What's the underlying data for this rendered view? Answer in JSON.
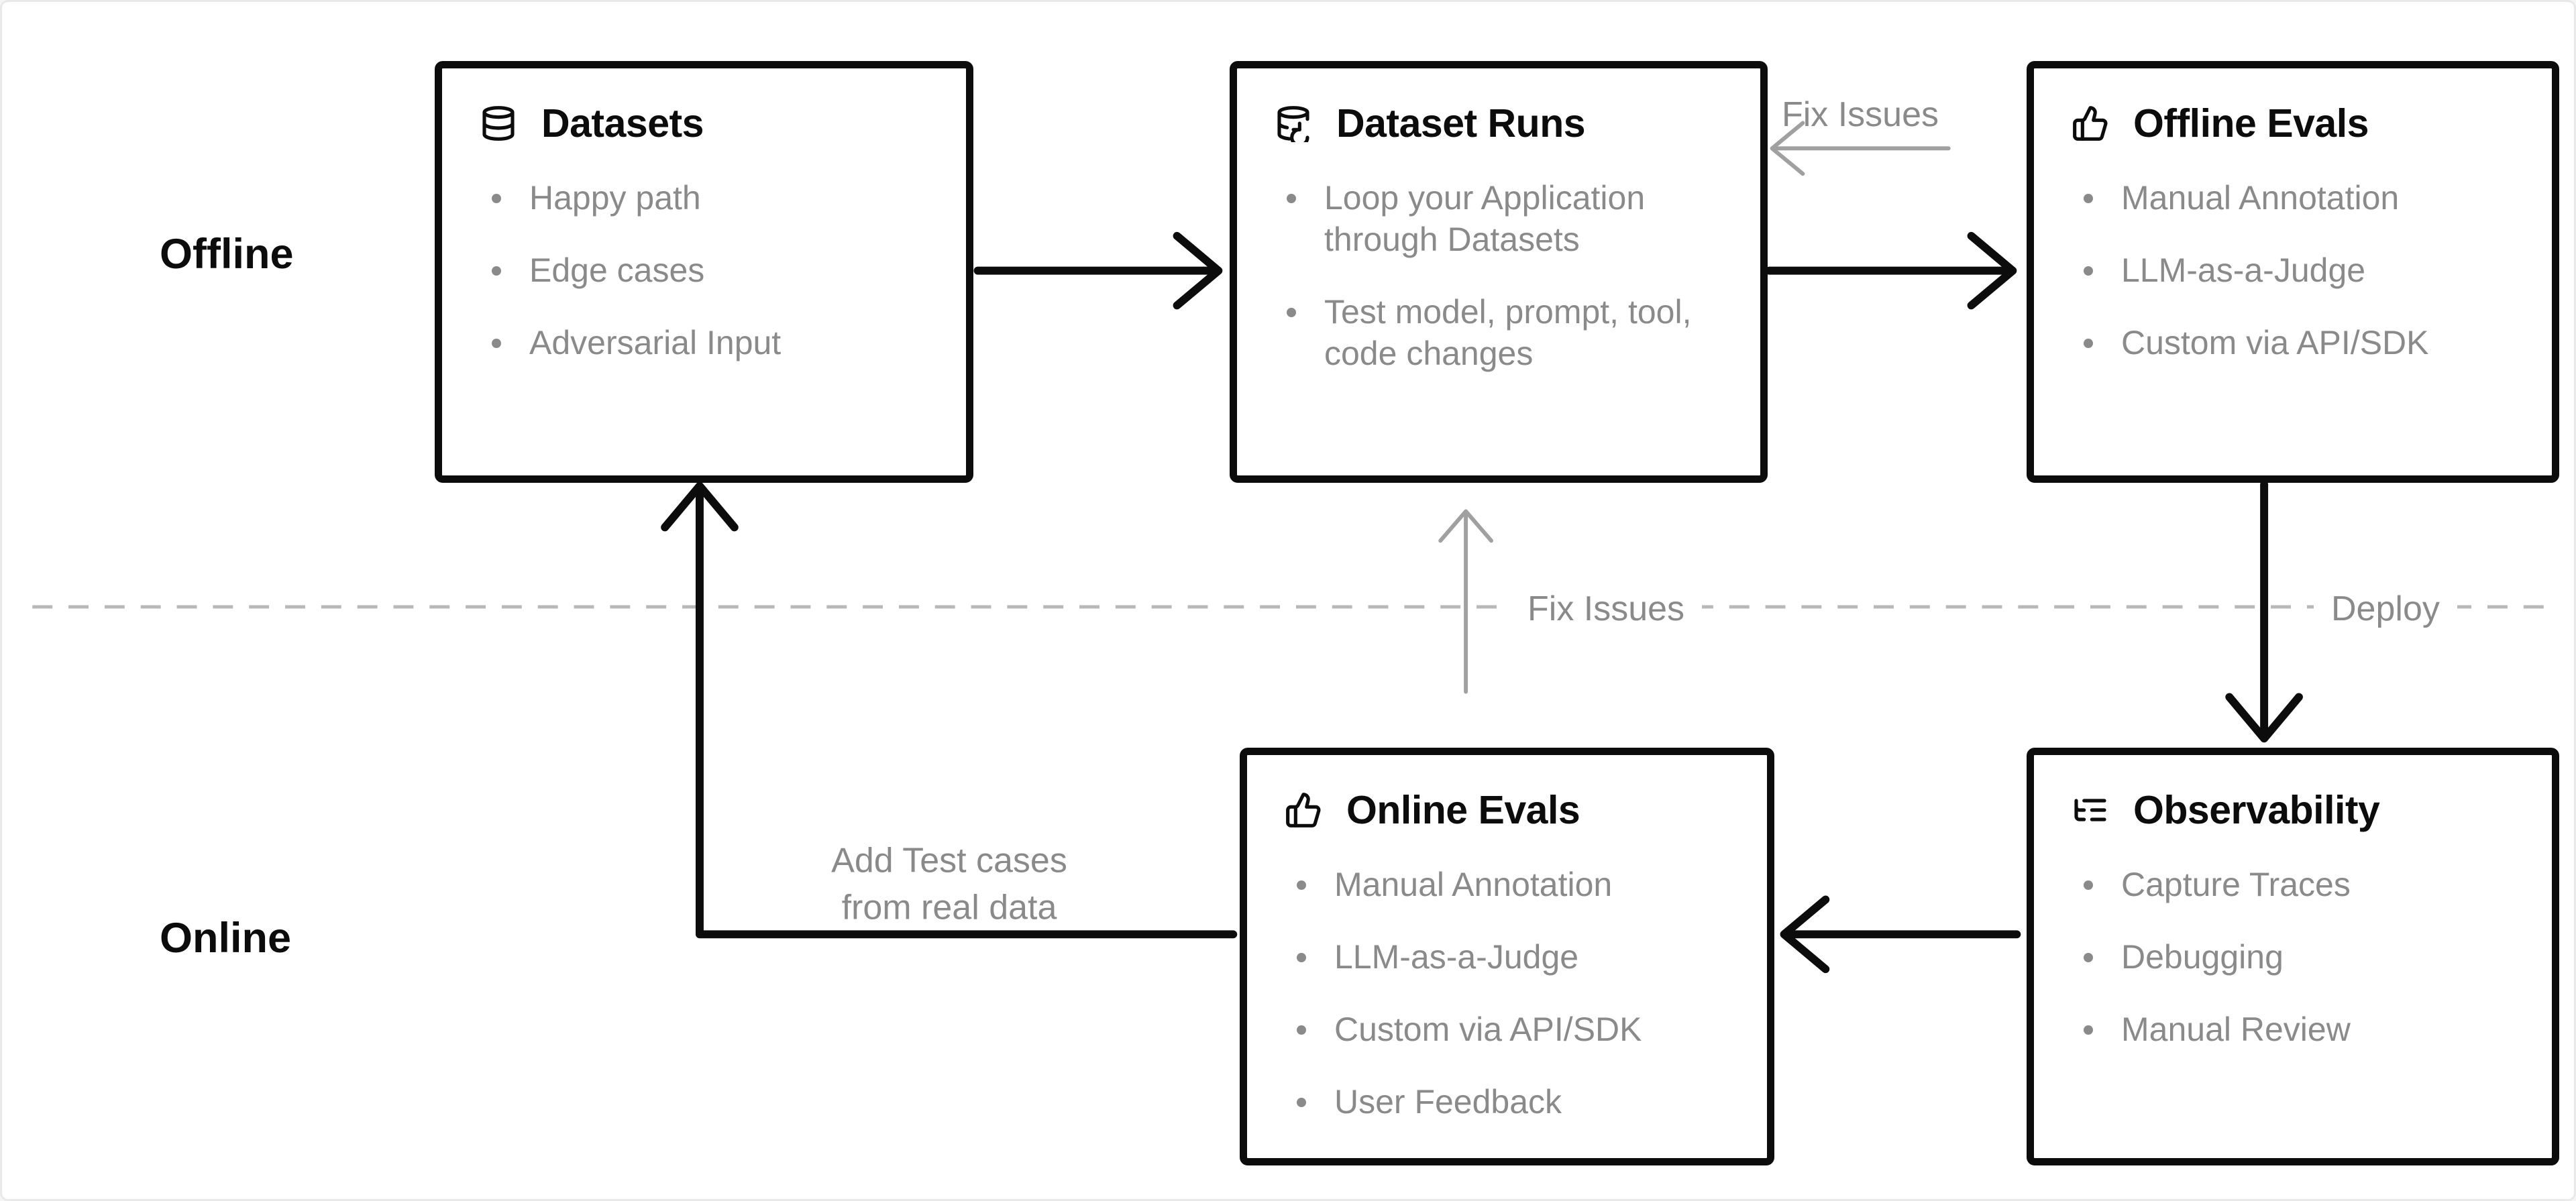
{
  "diagram": {
    "kind": "workflow-diagram",
    "background": "#ffffff"
  },
  "colors": {
    "box_border": "#0c0c0c",
    "title_text": "#0c0c0c",
    "muted_text": "#8a8a8a",
    "black_arrow": "#0c0c0c",
    "gray_arrow": "#a0a0a0",
    "dashed_divider": "#b8b8b8"
  },
  "row_labels": [
    {
      "id": "offline",
      "label": "Offline"
    },
    {
      "id": "online",
      "label": "Online"
    }
  ],
  "boxes": [
    {
      "id": "datasets",
      "icon": "database-icon",
      "title": "Datasets",
      "items": [
        "Happy path",
        "Edge cases",
        "Adversarial Input"
      ]
    },
    {
      "id": "dataset-runs",
      "icon": "database-refresh-icon",
      "title": "Dataset Runs",
      "items": [
        "Loop your Application through Datasets",
        "Test model, prompt, tool, code changes"
      ]
    },
    {
      "id": "offline-evals",
      "icon": "thumbs-up-icon",
      "title": "Offline Evals",
      "items": [
        "Manual Annotation",
        "LLM-as-a-Judge",
        "Custom via API/SDK"
      ]
    },
    {
      "id": "online-evals",
      "icon": "thumbs-up-icon",
      "title": "Online Evals",
      "items": [
        "Manual Annotation",
        "LLM-as-a-Judge",
        "Custom via API/SDK",
        "User Feedback"
      ]
    },
    {
      "id": "observability",
      "icon": "list-tree-icon",
      "title": "Observability",
      "items": [
        "Capture Traces",
        "Debugging",
        "Manual Review"
      ]
    }
  ],
  "edge_labels": {
    "fix_issues_top": "Fix Issues",
    "fix_issues_middle": "Fix Issues",
    "deploy": "Deploy",
    "add_test_cases": "Add Test cases\nfrom real data"
  }
}
